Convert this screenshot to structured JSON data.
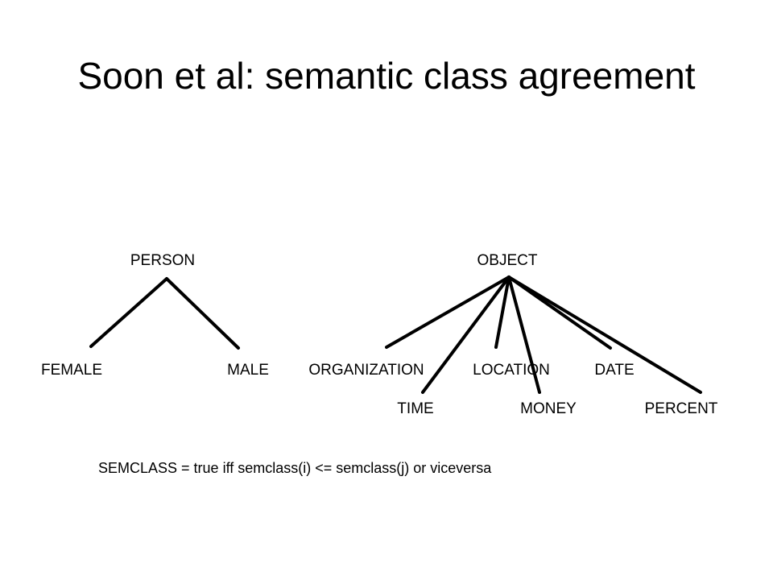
{
  "slide": {
    "title": "Soon et al: semantic class agreement"
  },
  "hierarchy": {
    "person": {
      "label": "PERSON",
      "children": [
        "FEMALE",
        "MALE"
      ]
    },
    "object": {
      "label": "OBJECT",
      "children": [
        "ORGANIZATION",
        "LOCATION",
        "DATE",
        "TIME",
        "MONEY",
        "PERCENT"
      ]
    }
  },
  "formula": "SEMCLASS = true iff semclass(i) <= semclass(j) or viceversa"
}
